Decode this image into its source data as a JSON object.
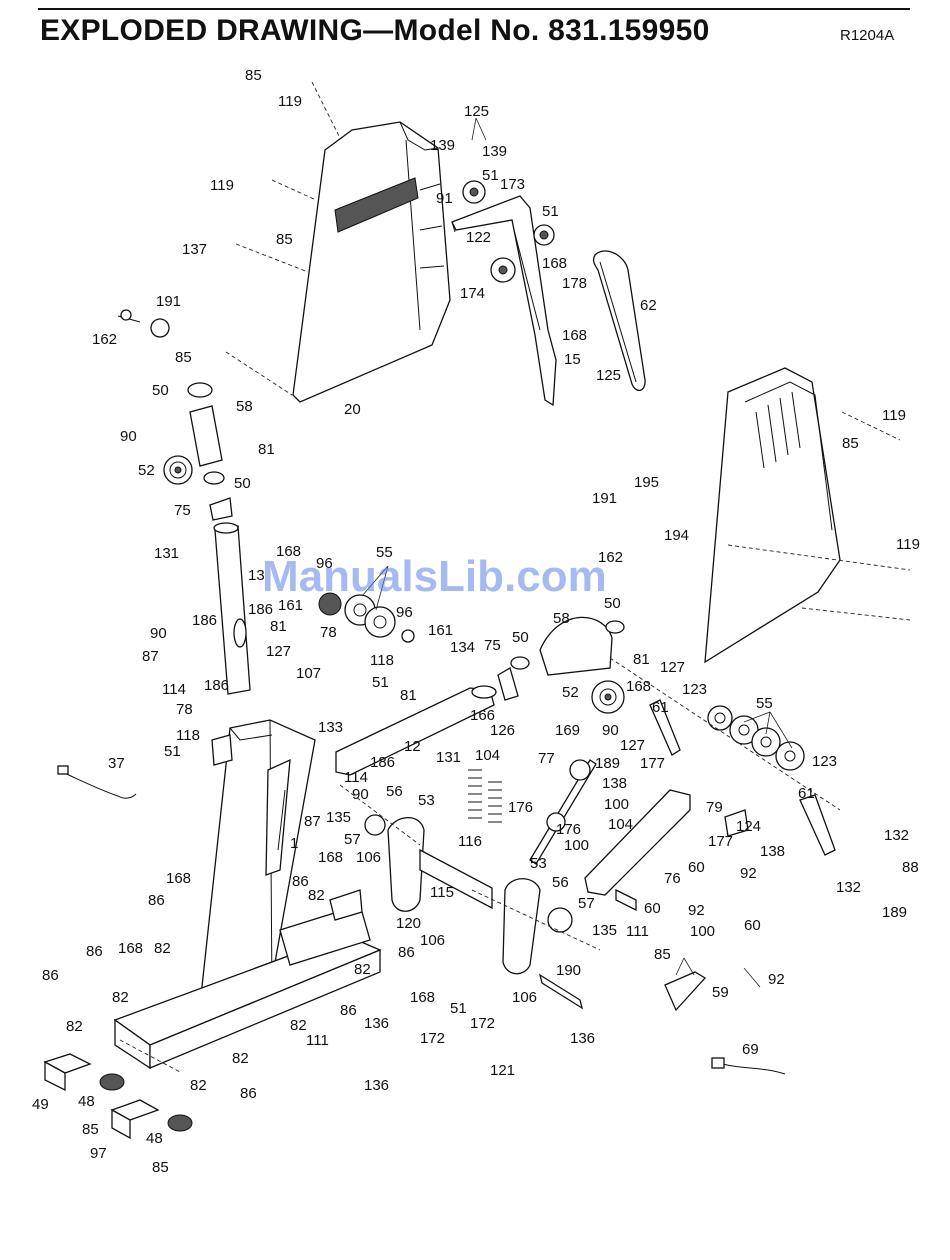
{
  "header": {
    "title": "EXPLODED DRAWING—Model No. 831.159950",
    "revision": "R1204A"
  },
  "watermark": "ManualsLib.com",
  "colors": {
    "ink": "#111111",
    "watermark": "#5a82e6"
  },
  "part_labels": [
    "85",
    "119",
    "125",
    "139",
    "139",
    "51",
    "173",
    "91",
    "119",
    "137",
    "85",
    "122",
    "51",
    "168",
    "174",
    "178",
    "62",
    "191",
    "162",
    "168",
    "15",
    "125",
    "85",
    "20",
    "50",
    "58",
    "119",
    "90",
    "81",
    "52",
    "85",
    "50",
    "75",
    "195",
    "191",
    "194",
    "162",
    "119",
    "131",
    "168",
    "96",
    "55",
    "13",
    "186",
    "161",
    "96",
    "90",
    "81",
    "161",
    "186",
    "134",
    "78",
    "87",
    "127",
    "107",
    "114",
    "118",
    "186",
    "51",
    "75",
    "50",
    "58",
    "50",
    "81",
    "127",
    "78",
    "133",
    "81",
    "118",
    "12",
    "52",
    "168",
    "123",
    "55",
    "51",
    "166",
    "61",
    "126",
    "169",
    "90",
    "131",
    "104",
    "127",
    "189",
    "177",
    "123",
    "37",
    "186",
    "114",
    "77",
    "138",
    "61",
    "90",
    "87",
    "135",
    "56",
    "176",
    "79",
    "124",
    "100",
    "176",
    "104",
    "57",
    "53",
    "138",
    "132",
    "116",
    "168",
    "106",
    "177",
    "100",
    "88",
    "60",
    "92",
    "132",
    "1",
    "168",
    "115",
    "86",
    "82",
    "76",
    "53",
    "56",
    "189",
    "60",
    "92",
    "86",
    "120",
    "57",
    "82",
    "135",
    "111",
    "106",
    "100",
    "60",
    "86",
    "168",
    "82",
    "82",
    "86",
    "190",
    "85",
    "92",
    "86",
    "82",
    "59",
    "136",
    "168",
    "51",
    "82",
    "86",
    "172",
    "172",
    "111",
    "106",
    "136",
    "69",
    "121",
    "82",
    "136",
    "82",
    "86",
    "49",
    "48",
    "85",
    "48",
    "97",
    "85"
  ]
}
